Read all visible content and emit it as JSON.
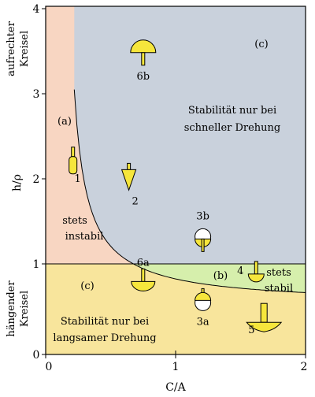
{
  "diagram": {
    "x_axis": {
      "label": "C/A",
      "ticks": [
        "0",
        "1",
        "2"
      ],
      "range": [
        0,
        2
      ]
    },
    "y_axis": {
      "label": "h/ρ",
      "ticks": [
        "0",
        "1",
        "2",
        "3",
        "4"
      ],
      "range": [
        0,
        4
      ]
    },
    "side_labels": {
      "upper": [
        "aufrechter",
        "Kreisel"
      ],
      "lower": [
        "hängender",
        "Kreisel"
      ]
    },
    "regions": {
      "a_marker": "(a)",
      "a_text": [
        "stets",
        "instabil"
      ],
      "c_upper_marker": "(c)",
      "c_upper_text": [
        "Stabilität nur bei",
        "schneller Drehung"
      ],
      "c_lower_marker": "(c)",
      "c_lower_text": [
        "Stabilität nur bei",
        "langsamer Drehung"
      ],
      "b_marker": "(b)",
      "b_text": [
        "stets",
        "stabil"
      ]
    },
    "tops": [
      {
        "id": "1",
        "label": "1",
        "x": 0.21,
        "y": 2.15
      },
      {
        "id": "2",
        "label": "2",
        "x": 0.64,
        "y": 2.07
      },
      {
        "id": "3b",
        "label": "3b",
        "x": 1.21,
        "y": 1.32
      },
      {
        "id": "3a",
        "label": "3a",
        "x": 1.21,
        "y": 0.57
      },
      {
        "id": "4",
        "label": "4",
        "x": 1.62,
        "y": 0.87
      },
      {
        "id": "5",
        "label": "5",
        "x": 1.68,
        "y": 0.32
      },
      {
        "id": "6a",
        "label": "6a",
        "x": 0.75,
        "y": 0.77
      },
      {
        "id": "6b",
        "label": "6b",
        "x": 0.75,
        "y": 3.52
      }
    ],
    "colors": {
      "region_a": "#f8d6c2",
      "region_c_upper": "#c9d1dc",
      "region_lower": "#f8e59c",
      "region_b": "#d6efac",
      "top_fill": "#f6e63c"
    }
  }
}
